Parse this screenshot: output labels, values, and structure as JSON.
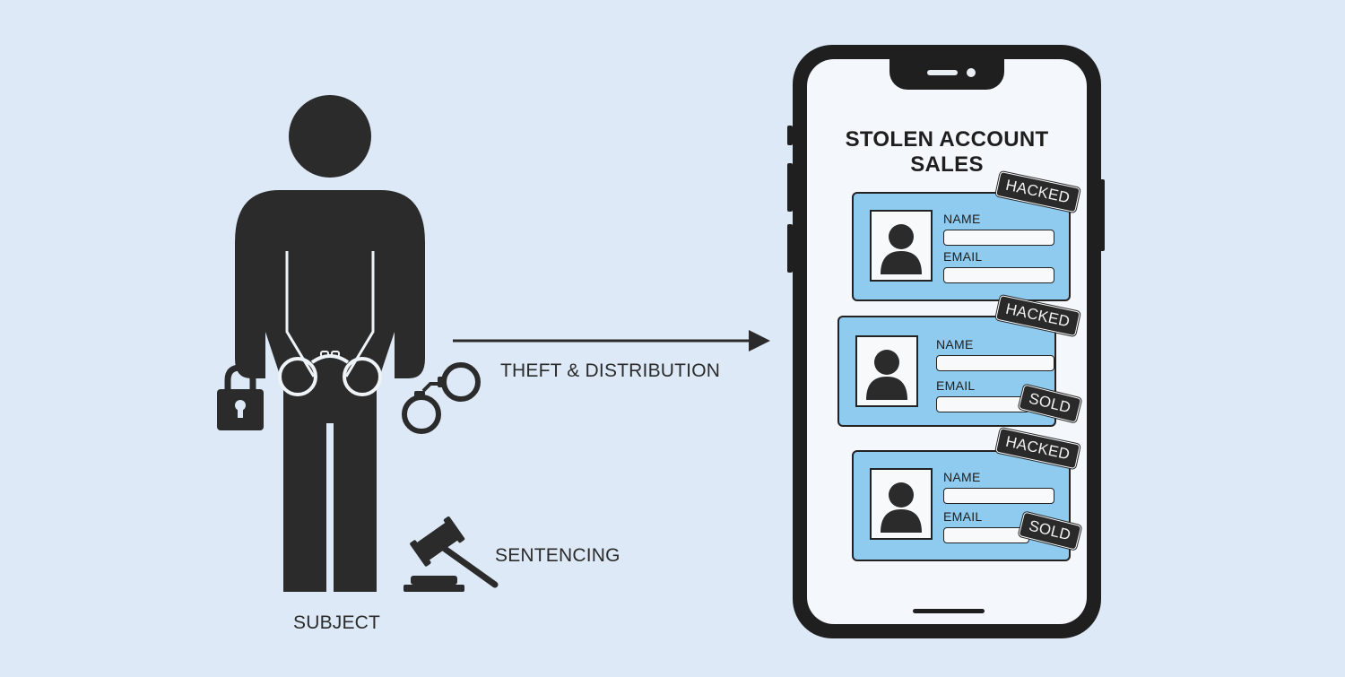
{
  "labels": {
    "subject": "SUBJECT",
    "flow": "THEFT & DISTRIBUTION",
    "sentencing": "SENTENCING"
  },
  "phone": {
    "title": "STOLEN ACCOUNT SALES",
    "cards": [
      {
        "name_label": "NAME",
        "email_label": "EMAIL",
        "tags": [
          "HACKED"
        ]
      },
      {
        "name_label": "NAME",
        "email_label": "EMAIL",
        "tags": [
          "HACKED",
          "SOLD"
        ]
      },
      {
        "name_label": "NAME",
        "email_label": "EMAIL",
        "tags": [
          "HACKED",
          "SOLD"
        ]
      }
    ]
  },
  "icons": [
    "person-icon",
    "handcuffs-icon",
    "padlock-icon",
    "gavel-icon",
    "arrow-icon",
    "avatar-icon"
  ],
  "colors": {
    "background": "#dde9f6",
    "ink": "#2b2b2b",
    "card": "#8fcbef",
    "tag": "#2a2a2a"
  }
}
